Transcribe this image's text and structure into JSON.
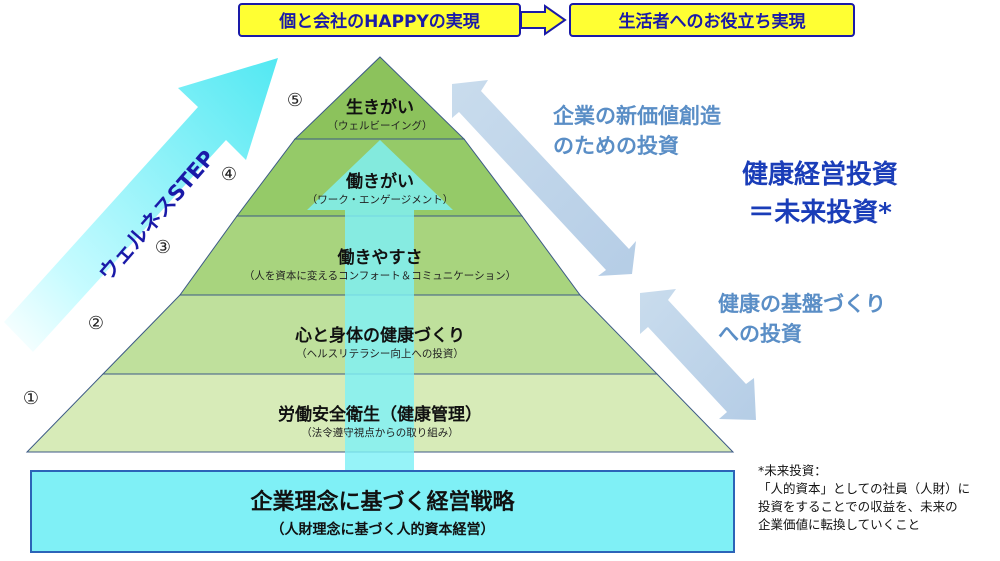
{
  "top": {
    "left_box": "個と会社のHAPPYの実現",
    "right_box": "生活者へのお役立ち実現"
  },
  "wellness_step": "ウェルネスSTEP",
  "levels": [
    {
      "number": "①",
      "title": "労働安全衛生（健康管理）",
      "subtitle": "（法令遵守視点からの取り組み）",
      "color": "#d7ebb8"
    },
    {
      "number": "②",
      "title": "心と身体の健康づくり",
      "subtitle": "（ヘルスリテラシー向上への投資）",
      "color": "#bfe09c"
    },
    {
      "number": "③",
      "title": "働きやすさ",
      "subtitle": "（人を資本に変えるコンフォート＆コミュニケーション）",
      "color": "#a8d47e"
    },
    {
      "number": "④",
      "title": "働きがい",
      "subtitle": "（ワーク・エンゲージメント）",
      "color": "#95ca68"
    },
    {
      "number": "⑤",
      "title": "生きがい",
      "subtitle": "（ウェルビーイング）",
      "color": "#8cc25c"
    }
  ],
  "base": {
    "title": "企業理念に基づく経営戦略",
    "subtitle": "（人財理念に基づく人的資本経営）"
  },
  "right": {
    "upper_line1": "企業の新価値創造",
    "upper_line2": "のための投資",
    "center_line1": "健康経営投資",
    "center_line2": "＝未来投資*",
    "lower_line1": "健康の基盤づくり",
    "lower_line2": "への投資"
  },
  "note": {
    "line1": "*未来投資：",
    "line2": "「人的資本」としての社員（人財）に",
    "line3": "投資をすることでの収益を、未来の",
    "line4": "企業価値に転換していくこと"
  },
  "colors": {
    "navy": "#1a1aa8",
    "yellow": "#ffff33",
    "cyan": "#7ff0f6",
    "side_blue": "#5a8ec6",
    "center_blue": "#1a3db8",
    "pyramid_stroke": "#3c5a86"
  }
}
